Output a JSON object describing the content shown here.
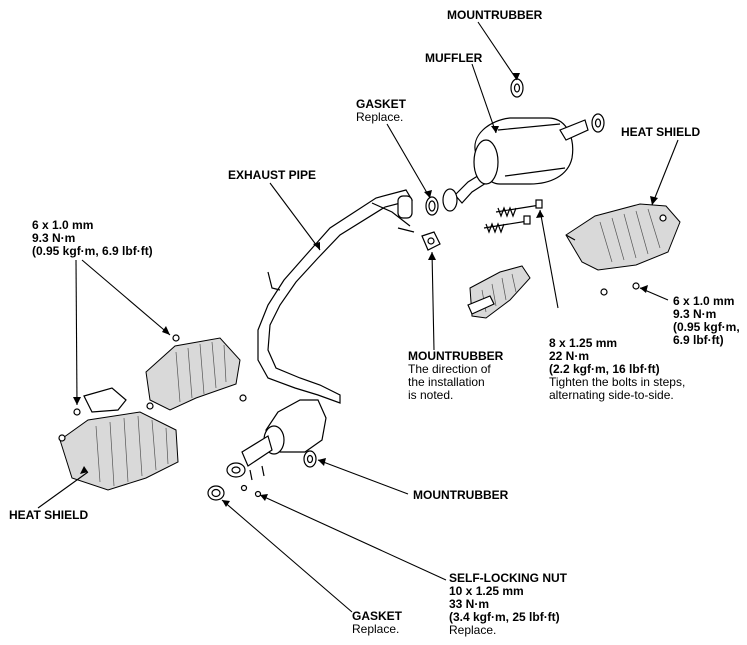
{
  "labels": {
    "mountrubber_top": {
      "title": "MOUNTRUBBER"
    },
    "muffler": {
      "title": "MUFFLER"
    },
    "gasket_top": {
      "title": "GASKET",
      "note": "Replace."
    },
    "heat_shield_right": {
      "title": "HEAT SHIELD"
    },
    "exhaust_pipe": {
      "title": "EXHAUST PIPE"
    },
    "bolt_left": {
      "size": "6 x 1.0 mm",
      "torque_nm": "9.3 N·m",
      "torque_alt": "(0.95 kgf·m, 6.9 lbf·ft)"
    },
    "bolt_right": {
      "size": "6 x 1.0 mm",
      "torque_nm": "9.3 N·m",
      "torque_alt_1": "(0.95 kgf·m,",
      "torque_alt_2": "6.9 lbf·ft)"
    },
    "mountrubber_mid": {
      "title": "MOUNTRUBBER",
      "note_1": "The direction of",
      "note_2": "the installation",
      "note_3": "is noted."
    },
    "bolt_center": {
      "size": "8 x 1.25 mm",
      "torque_nm": "22 N·m",
      "torque_alt": "(2.2 kgf·m, 16 lbf·ft)",
      "note_1": "Tighten the bolts in steps,",
      "note_2": "alternating side-to-side."
    },
    "heat_shield_left": {
      "title": "HEAT SHIELD"
    },
    "mountrubber_lower": {
      "title": "MOUNTRUBBER"
    },
    "self_locking_nut": {
      "title": "SELF-LOCKING NUT",
      "size": "10 x 1.25 mm",
      "torque_nm": "33 N·m",
      "torque_alt": "(3.4 kgf·m, 25 lbf·ft)",
      "note": "Replace."
    },
    "gasket_bottom": {
      "title": "GASKET",
      "note": "Replace."
    }
  },
  "colors": {
    "line": "#000000",
    "fill_shade": "#d9d9d9",
    "background": "#ffffff"
  }
}
